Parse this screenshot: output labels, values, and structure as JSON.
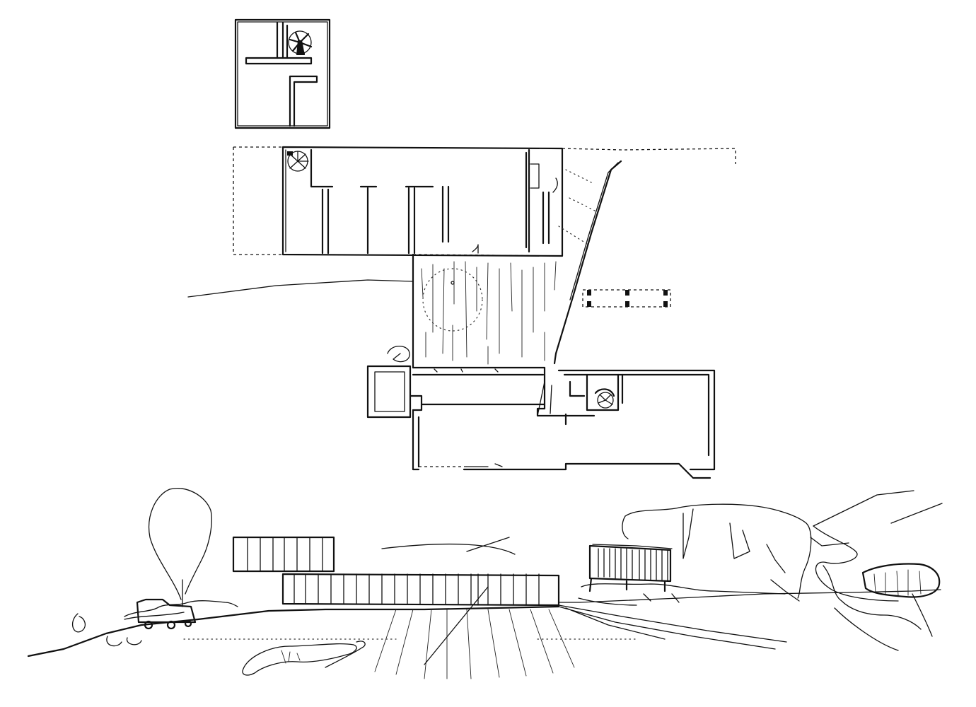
{
  "sheet": {
    "paper_color": "#ffffff",
    "ink_color": "#111111",
    "views": [
      "upper-floor-plan",
      "ground-floor-plan",
      "site-elevation"
    ]
  },
  "icons": [
    "spiral-stair-icon",
    "tree-icon",
    "vehicle-icon",
    "boulder-icon"
  ]
}
